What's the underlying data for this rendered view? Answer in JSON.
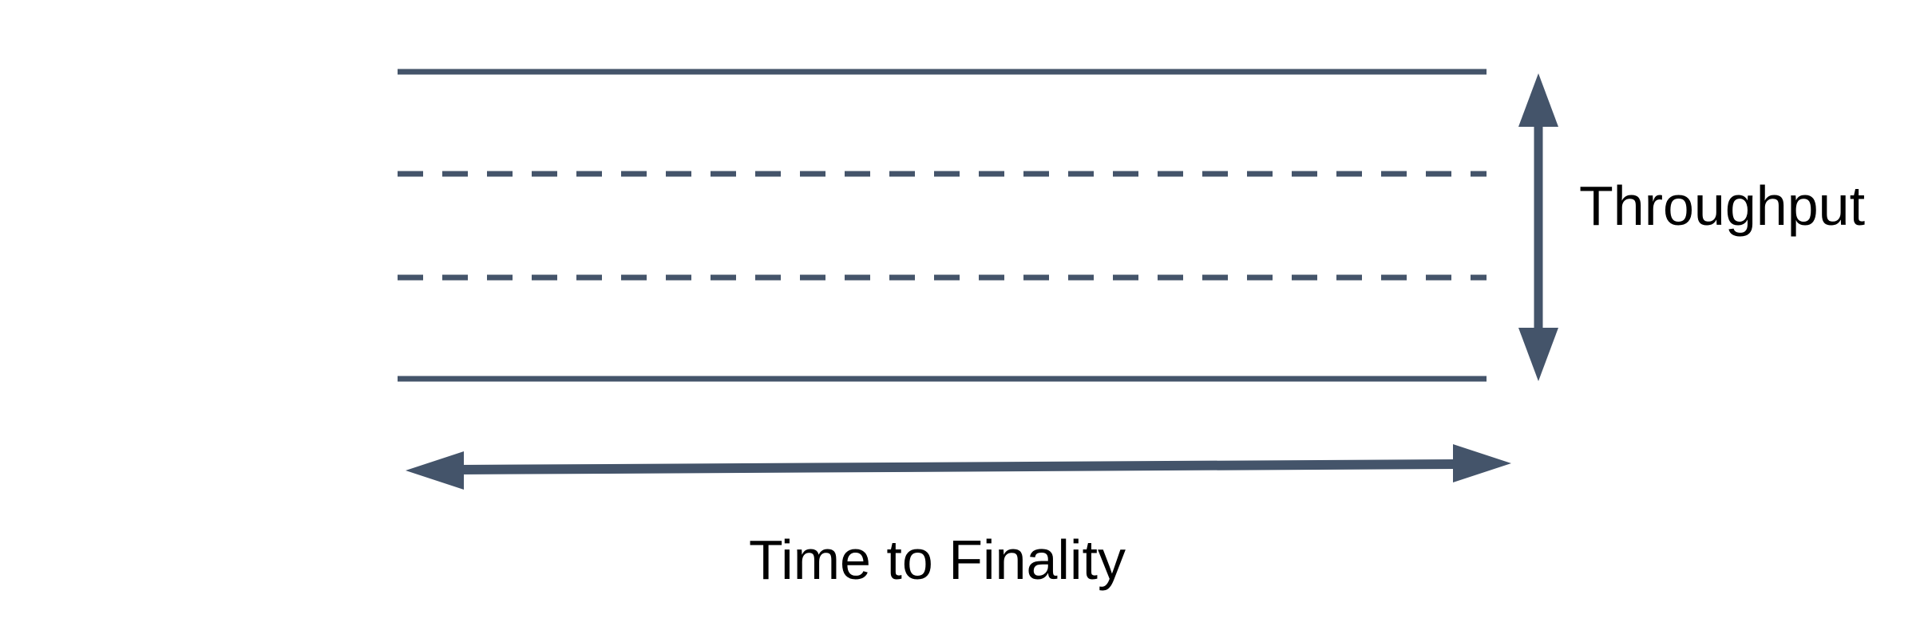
{
  "diagram": {
    "background_color": "#ffffff",
    "shape_color": "#44546a",
    "text_color": "#000000",
    "labels": {
      "throughput": "Throughput",
      "time_to_finality": "Time to Finality"
    },
    "lines": {
      "top": "solid",
      "middle_1": "dashed",
      "middle_2": "dashed",
      "bottom": "solid"
    }
  }
}
